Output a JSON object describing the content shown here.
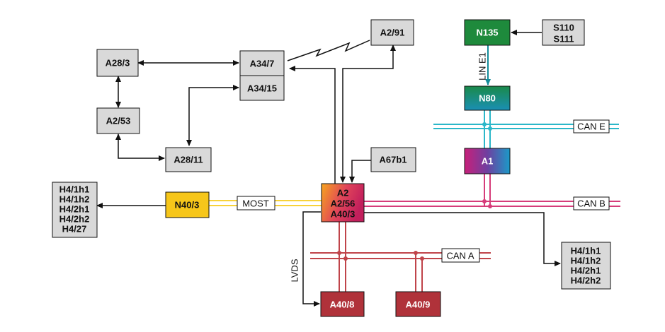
{
  "nodes": {
    "a2_91": "A2/91",
    "a28_3": "A28/3",
    "a34_7": "A34/7",
    "a34_15": "A34/15",
    "a2_53": "A2/53",
    "a28_11": "A28/11",
    "a67b1": "A67b1",
    "n135": "N135",
    "s110": "S110",
    "s111": "S111",
    "n80": "N80",
    "a1": "A1",
    "n40_3": "N40/3",
    "central": [
      "A2",
      "A2/56",
      "A40/3"
    ],
    "h4_left": [
      "H4/1h1",
      "H4/1h2",
      "H4/2h1",
      "H4/2h2",
      "H4/27"
    ],
    "h4_right": [
      "H4/1h1",
      "H4/1h2",
      "H4/2h1",
      "H4/2h2"
    ],
    "a40_8": "A40/8",
    "a40_9": "A40/9"
  },
  "buses": {
    "lin_e1": "LIN E1",
    "can_e": "CAN E",
    "can_b": "CAN B",
    "most": "MOST",
    "can_a": "CAN A",
    "lvds": "LVDS"
  },
  "colors": {
    "gray_box": "#d9d9d9",
    "green": "#1e8a3c",
    "teal": "#148c9a",
    "can_e": "#2bb7c9",
    "can_b": "#d63c7a",
    "can_a": "#c0444a",
    "dark_red_box": "#b0323a",
    "most": "#f7d23a",
    "n40_3": "#f6c61a",
    "arrow": "#111111"
  }
}
